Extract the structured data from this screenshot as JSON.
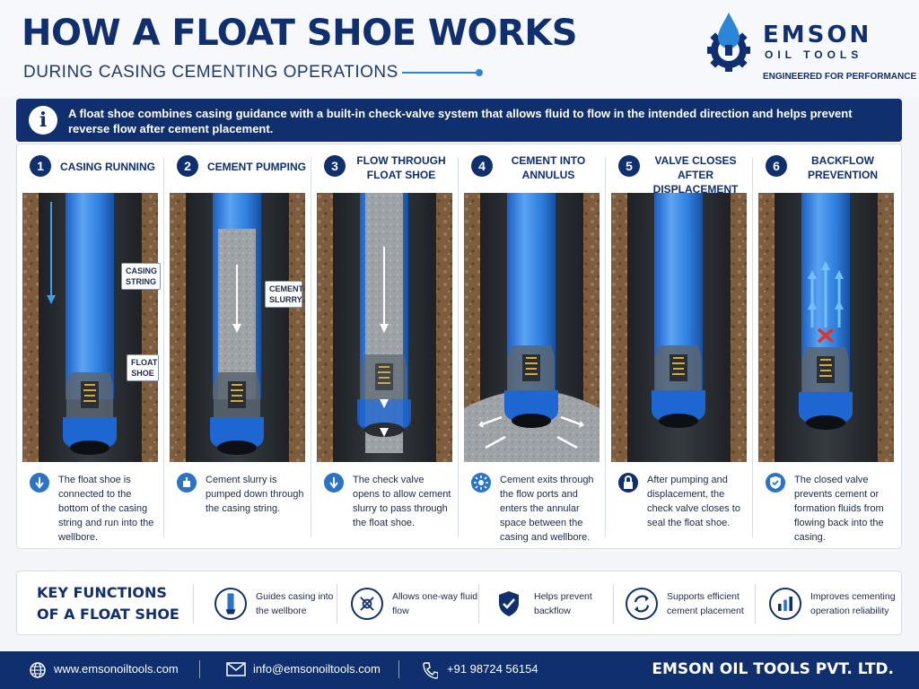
{
  "header": {
    "title": "HOW A FLOAT SHOE WORKS",
    "subtitle": "DURING CASING CEMENTING OPERATIONS"
  },
  "logo": {
    "brand": "EMSON",
    "sub": "OIL TOOLS",
    "tagline": "ENGINEERED FOR PERFORMANCE"
  },
  "intro": {
    "icon": "info-icon",
    "text": "A float shoe combines casing guidance with a built-in check-valve system that allows fluid to flow in the intended direction and helps prevent reverse flow after cement placement."
  },
  "steps": [
    {
      "number": "1",
      "title": "CASING RUNNING",
      "icon": "down-arrow-icon",
      "description": "The float shoe is connected to the bottom of the casing string and run into the wellbore.",
      "callouts": [
        "CASING STRING",
        "FLOAT SHOE"
      ]
    },
    {
      "number": "2",
      "title": "CEMENT PUMPING",
      "icon": "pump-icon",
      "description": "Cement slurry is pumped down through the casing string.",
      "callouts": [
        "CEMENT SLURRY"
      ]
    },
    {
      "number": "3",
      "title": "FLOW THROUGH FLOAT SHOE",
      "icon": "down-arrow-icon",
      "description": "The check valve opens to allow cement slurry to pass through the float shoe.",
      "callouts": []
    },
    {
      "number": "4",
      "title": "CEMENT INTO ANNULUS",
      "icon": "radial-flow-icon",
      "description": "Cement exits through the flow ports and enters the annular space between the casing and wellbore.",
      "callouts": []
    },
    {
      "number": "5",
      "title": "VALVE CLOSES AFTER DISPLACEMENT",
      "icon": "lock-icon",
      "description": "After pumping and displacement, the check valve closes to seal the float shoe.",
      "callouts": []
    },
    {
      "number": "6",
      "title": "BACKFLOW PREVENTION",
      "icon": "shield-check-icon",
      "description": "The closed valve prevents cement or formation fluids from flowing back into the casing.",
      "callouts": []
    }
  ],
  "key_functions": {
    "title": "KEY FUNCTIONS OF A FLOAT SHOE",
    "items": [
      {
        "icon": "guide-icon",
        "text": "Guides casing into the wellbore"
      },
      {
        "icon": "one-way-flow-icon",
        "text": "Allows one-way fluid flow"
      },
      {
        "icon": "shield-check-icon",
        "text": "Helps prevent backflow"
      },
      {
        "icon": "cycle-icon",
        "text": "Supports efficient cement placement"
      },
      {
        "icon": "bar-chart-icon",
        "text": "Improves cementing operation reliability"
      }
    ]
  },
  "footer": {
    "website": "www.emsonoiltools.com",
    "email": "info@emsonoiltools.com",
    "phone": "+91 98724 56154",
    "company": "EMSON OIL TOOLS PVT. LTD."
  },
  "colors": {
    "navy": "#0f2f6e",
    "casing_blue": "#2f7fe0",
    "rock_brown": "#8a6a48",
    "cement_gray": "#9aa0a6",
    "warning_red": "#e0322b"
  }
}
